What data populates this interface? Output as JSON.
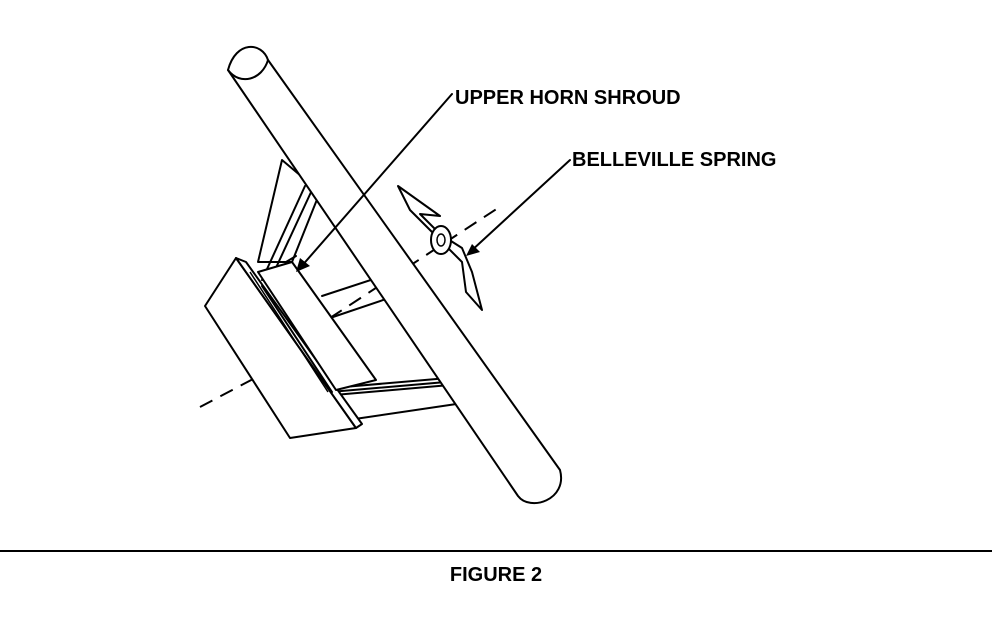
{
  "labels": {
    "upper_horn_shroud": "UPPER HORN SHROUD",
    "belleville_spring": "BELLEVILLE SPRING"
  },
  "caption": "FIGURE 2",
  "colors": {
    "ink": "#000000",
    "paper": "#ffffff"
  }
}
